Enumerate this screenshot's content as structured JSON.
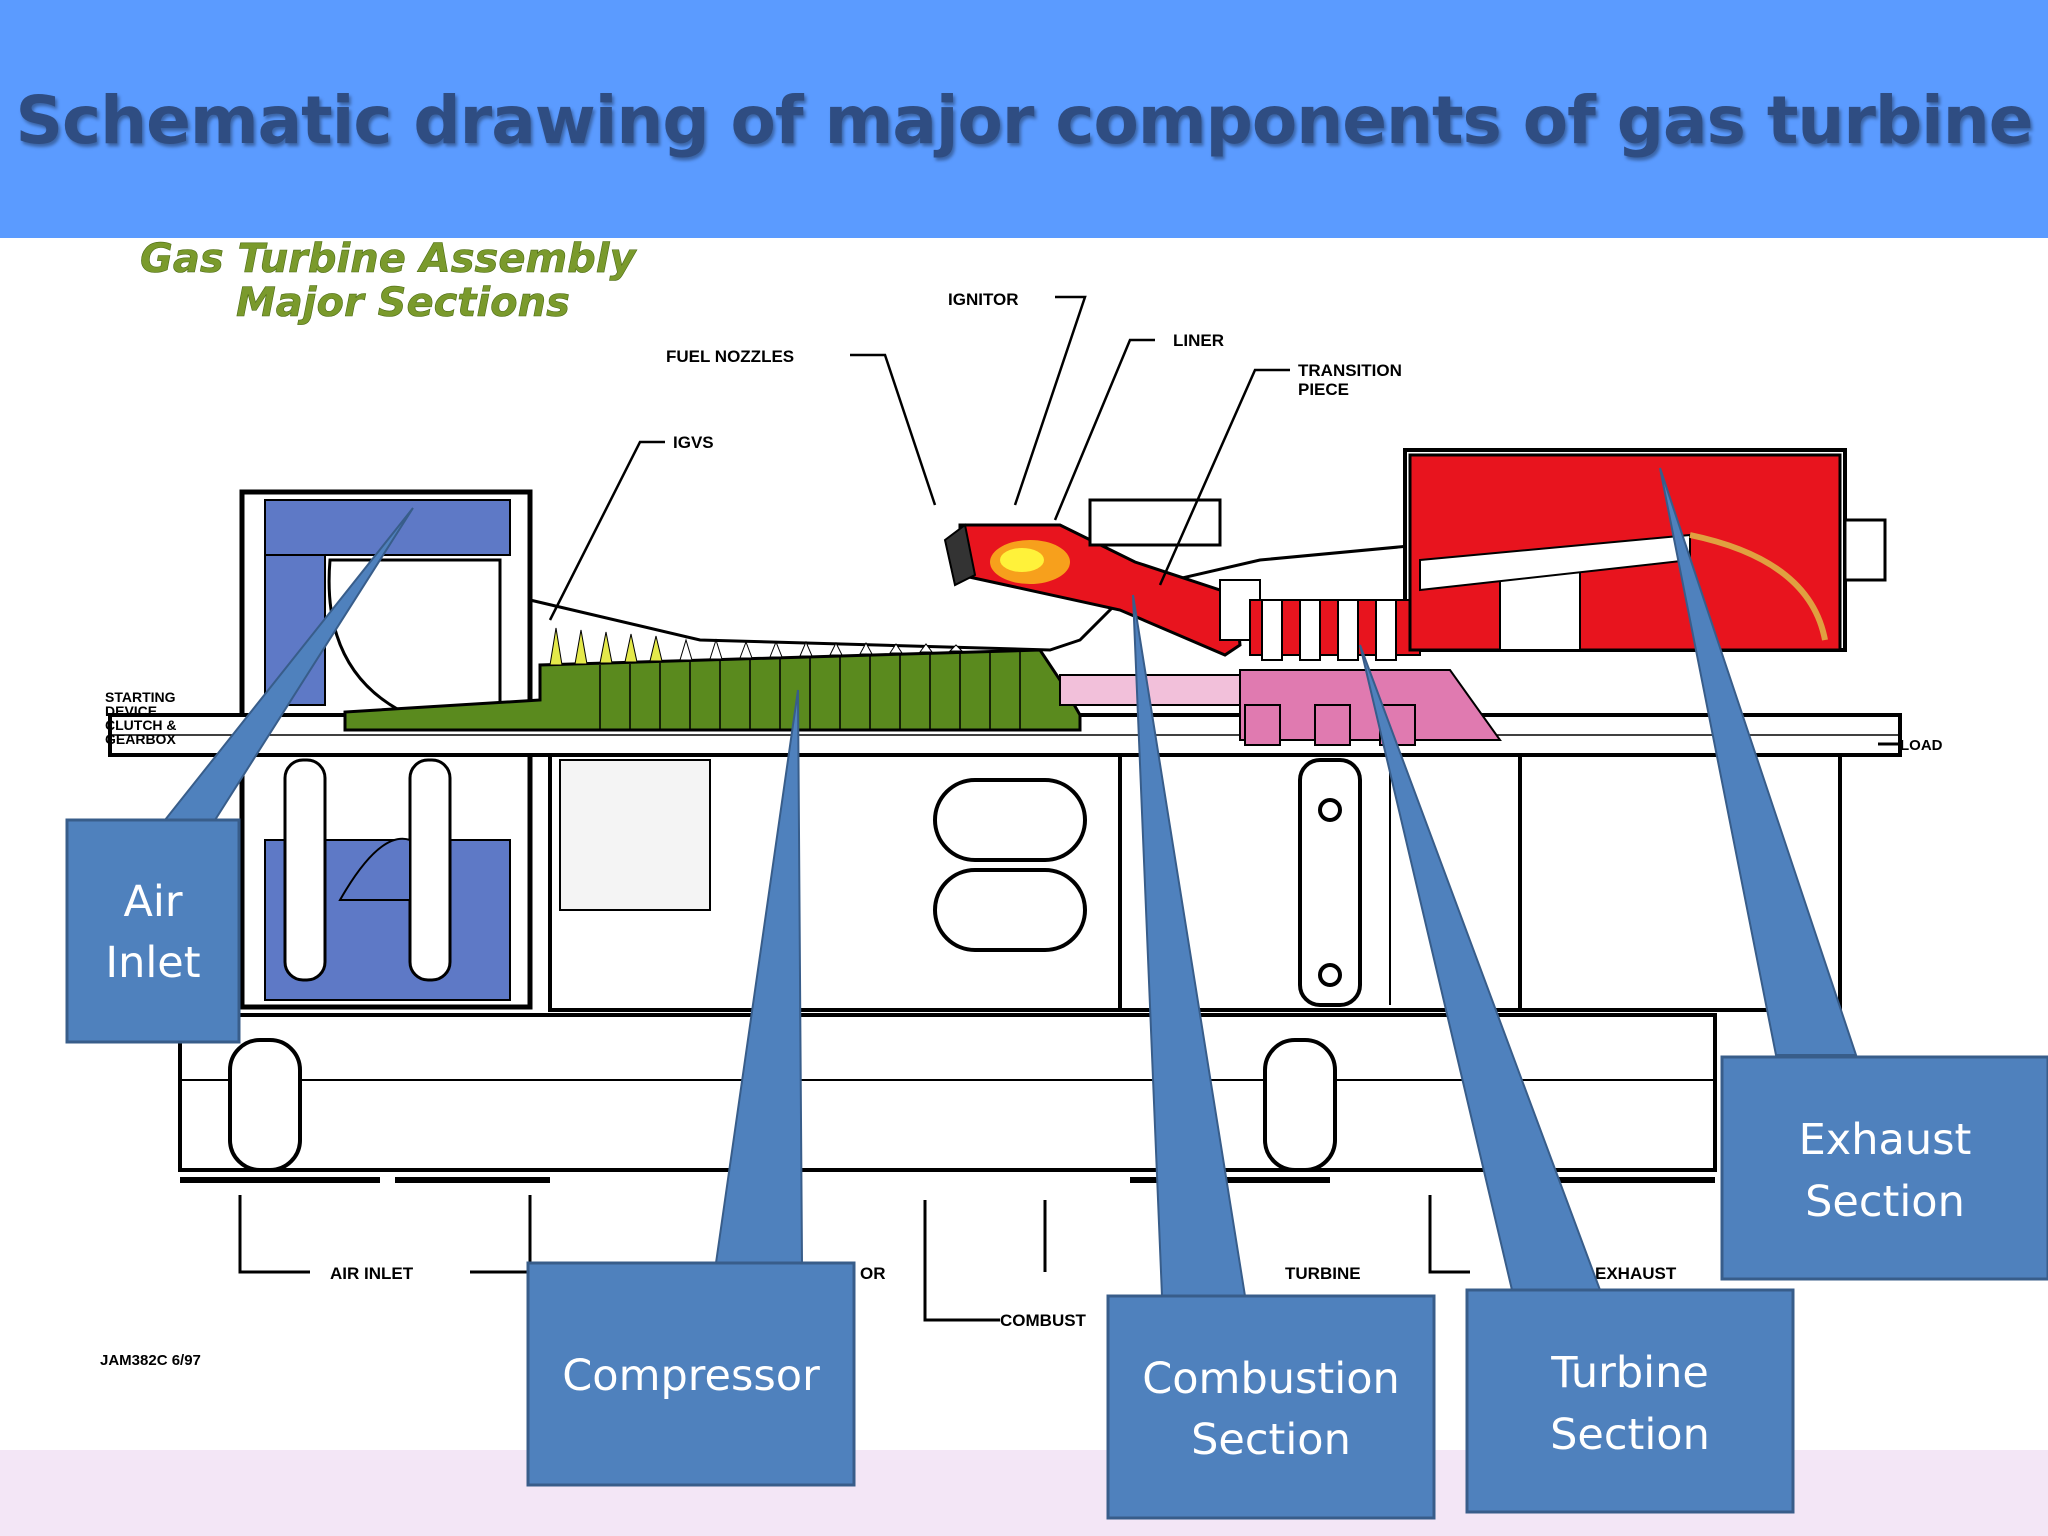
{
  "slide": {
    "title": "Schematic drawing of major components of gas turbine"
  },
  "diagram": {
    "heading_line1": "Gas Turbine Assembly",
    "heading_line2": "Major Sections",
    "parts": {
      "ignitor": "IGNITOR",
      "liner": "LINER",
      "fuel_nozzles": "FUEL NOZZLES",
      "transition_line1": "TRANSITION",
      "transition_line2": "PIECE",
      "igvs": "IGVS",
      "starting_line1": "STARTING",
      "starting_line2": "DEVICE",
      "starting_line3": "CLUTCH &",
      "starting_line4": "GEARBOX",
      "load": "LOAD"
    },
    "bottom_labels": {
      "air_inlet": "AIR INLET",
      "compressor_fragment": "OR",
      "combustion_fragment": "COMBUST",
      "turbine": "TURBINE",
      "exhaust": "EXHAUST"
    },
    "drawing_code": "JAM382C  6/97"
  },
  "callouts": {
    "air_inlet_line1": "Air",
    "air_inlet_line2": "Inlet",
    "compressor": "Compressor",
    "combustion_line1": "Combustion",
    "combustion_line2": "Section",
    "turbine_line1": "Turbine",
    "turbine_line2": "Section",
    "exhaust_line1": "Exhaust",
    "exhaust_line2": "Section"
  },
  "colors": {
    "title_bar": "#5b9bff",
    "callout_fill": "#4f81bd",
    "callout_border": "#385d8a",
    "compressor_green": "#5a8a1e",
    "combustor_red": "#e8141e",
    "turbine_pink": "#e07ab0",
    "inlet_blue": "#5e79c6"
  }
}
